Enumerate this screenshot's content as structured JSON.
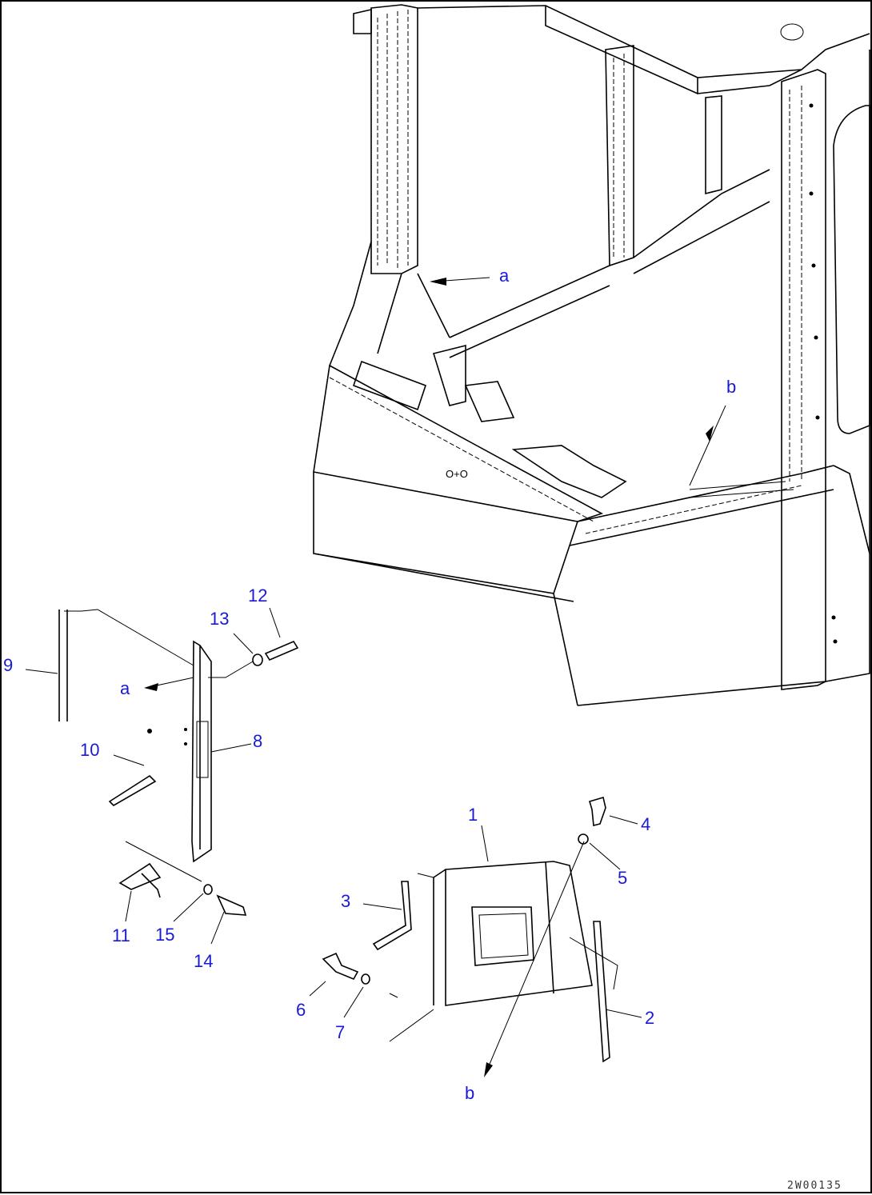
{
  "callouts": [
    {
      "id": "1",
      "label": "1"
    },
    {
      "id": "2",
      "label": "2"
    },
    {
      "id": "3",
      "label": "3"
    },
    {
      "id": "4",
      "label": "4"
    },
    {
      "id": "5",
      "label": "5"
    },
    {
      "id": "6",
      "label": "6"
    },
    {
      "id": "7",
      "label": "7"
    },
    {
      "id": "8",
      "label": "8"
    },
    {
      "id": "9",
      "label": "9"
    },
    {
      "id": "10",
      "label": "10"
    },
    {
      "id": "11",
      "label": "11"
    },
    {
      "id": "12",
      "label": "12"
    },
    {
      "id": "13",
      "label": "13"
    },
    {
      "id": "14",
      "label": "14"
    },
    {
      "id": "15",
      "label": "15"
    }
  ],
  "reference_letters": {
    "a_top": "a",
    "a_left": "a",
    "b_top": "b",
    "b_bottom": "b"
  },
  "drawing_code": "2W00135",
  "colors": {
    "callout": "#1a1ad6",
    "line": "#000000",
    "background": "#ffffff"
  }
}
